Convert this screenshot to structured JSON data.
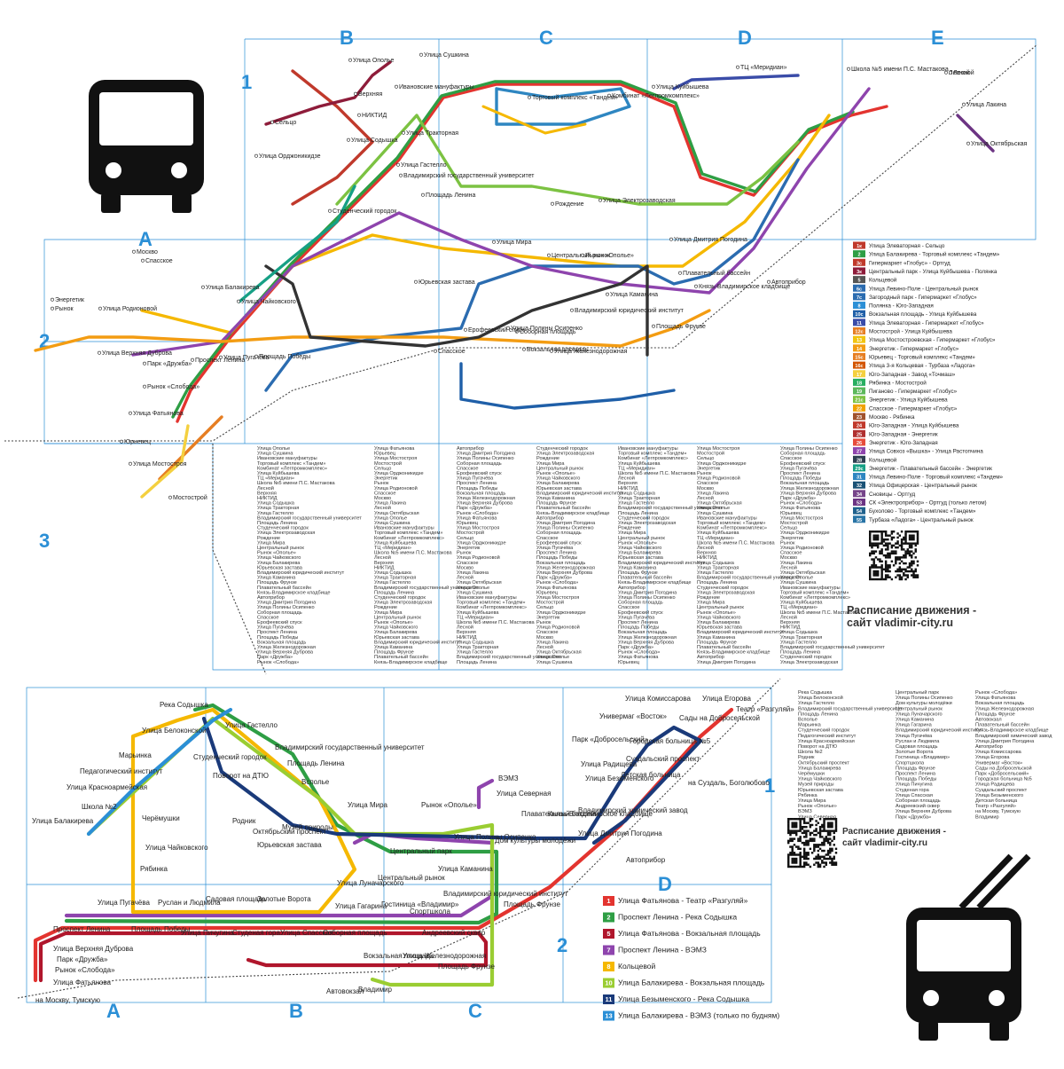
{
  "bus_map": {
    "grid_columns": [
      "B",
      "C",
      "D",
      "E"
    ],
    "grid_column_a": "A",
    "grid_rows": [
      "1",
      "2",
      "3"
    ],
    "stops_top": [
      {
        "label": "Улица Ополье",
        "ref": "top1"
      },
      {
        "label": "Улица Сушкина",
        "ref": "top2"
      },
      {
        "label": "Ивановские мануфактуры",
        "ref": "top3"
      },
      {
        "label": "Торговый комплекс «Тандем»",
        "ref": "top4"
      },
      {
        "label": "Комбинат «Легпромкомплекс»",
        "ref": "top5"
      },
      {
        "label": "Улица Куйбышева",
        "ref": "top6"
      },
      {
        "label": "ТЦ «Меридиан»",
        "ref": "top7"
      },
      {
        "label": "Школа №5 имени П.С. Мастакова",
        "ref": "top8"
      },
      {
        "label": "Лесной",
        "ref": "top9"
      },
      {
        "label": "Верхняя",
        "ref": "top10"
      },
      {
        "label": "НИКТИД",
        "ref": "top11"
      },
      {
        "label": "Улица Содышка",
        "ref": "top12"
      },
      {
        "label": "Улица Тракторная",
        "ref": "top13"
      },
      {
        "label": "Улица Гастелло",
        "ref": "top14"
      },
      {
        "label": "Владимирский государственный университет",
        "ref": "top15"
      },
      {
        "label": "Площадь Ленина",
        "ref": "top16"
      },
      {
        "label": "Студенческий городок",
        "ref": "top17"
      },
      {
        "label": "Улица Электрозаводская",
        "ref": "top18"
      },
      {
        "label": "Рождение",
        "ref": "top19"
      },
      {
        "label": "Улица Мира",
        "ref": "top20"
      },
      {
        "label": "Центральный рынок",
        "ref": "top21"
      },
      {
        "label": "Рынок «Ополье»",
        "ref": "top22"
      },
      {
        "label": "Улица Чайковского",
        "ref": "top23"
      },
      {
        "label": "Улица Балакирева",
        "ref": "top24"
      },
      {
        "label": "Юрьевская застава",
        "ref": "top25"
      },
      {
        "label": "Владимирский юридический институт",
        "ref": "top26"
      },
      {
        "label": "Улица Каманина",
        "ref": "top27"
      },
      {
        "label": "Площадь Фрунзе",
        "ref": "top28"
      },
      {
        "label": "Плавательный бассейн",
        "ref": "top29"
      },
      {
        "label": "Князь-Владимирское кладбище",
        "ref": "top30"
      },
      {
        "label": "Автоприбор",
        "ref": "top31"
      },
      {
        "label": "Улица Дмитрия Погодина",
        "ref": "top32"
      },
      {
        "label": "Улица Полины Осипенко",
        "ref": "top33"
      },
      {
        "label": "Соборная площадь",
        "ref": "top34"
      },
      {
        "label": "Спасское",
        "ref": "top35"
      },
      {
        "label": "Ерофеевский спуск",
        "ref": "top36"
      },
      {
        "label": "Улица Пугачёва",
        "ref": "top37"
      },
      {
        "label": "Проспект Ленина",
        "ref": "top38"
      },
      {
        "label": "Площадь Победы",
        "ref": "top39"
      },
      {
        "label": "Вокзальная площадь",
        "ref": "top40"
      },
      {
        "label": "Улица Железнодорожная",
        "ref": "top41"
      },
      {
        "label": "Улица Верхняя Дуброва",
        "ref": "top42"
      },
      {
        "label": "Парк «Дружба»",
        "ref": "top43"
      },
      {
        "label": "Рынок «Слобода»",
        "ref": "top44"
      },
      {
        "label": "Улица Фатьянова",
        "ref": "top45"
      },
      {
        "label": "Юрьевец",
        "ref": "top46"
      },
      {
        "label": "Улица Мостостроя",
        "ref": "top47"
      },
      {
        "label": "Мостострой",
        "ref": "top48"
      },
      {
        "label": "Сельцо",
        "ref": "top49"
      },
      {
        "label": "Улица Орджоникидзе",
        "ref": "top50"
      },
      {
        "label": "Энергетик",
        "ref": "top51"
      },
      {
        "label": "Рынок",
        "ref": "top52"
      },
      {
        "label": "Улица Родионовой",
        "ref": "top53"
      },
      {
        "label": "Спасское",
        "ref": "top54"
      },
      {
        "label": "Москво",
        "ref": "top55"
      },
      {
        "label": "Улица Лакина",
        "ref": "top56"
      },
      {
        "label": "Лесной",
        "ref": "top57"
      },
      {
        "label": "Улица Октябрьская",
        "ref": "top58"
      }
    ],
    "legend": [
      {
        "num": "1к",
        "color": "#c0392b",
        "text": "Улица Элеваторная - Сельцо"
      },
      {
        "num": "2",
        "color": "#2e9e44",
        "text": "Улица Балакирева - Торговый комплекс «Тандем»"
      },
      {
        "num": "3с",
        "color": "#c0392b",
        "text": "Гипермаркет «Глобус» - Ортгуд"
      },
      {
        "num": "3к",
        "color": "#8e1c3a",
        "text": "Центральный парк - Улица Куйбышева - Полянка"
      },
      {
        "num": "5",
        "color": "#555555",
        "text": "Кольцевой"
      },
      {
        "num": "6с",
        "color": "#2b6cb0",
        "text": "Улица Левино-Поле - Центральный рынок"
      },
      {
        "num": "7с",
        "color": "#2b6cb0",
        "text": "Загородный парк - Гипермаркет «Глобус»"
      },
      {
        "num": "8",
        "color": "#2b8fd6",
        "text": "Полянка - Юго-Западная"
      },
      {
        "num": "10с",
        "color": "#1f5fa8",
        "text": "Вокзальная площадь - Улица Куйбышева"
      },
      {
        "num": "11",
        "color": "#3a4ca8",
        "text": "Улица Элеваторная - Гипермаркет «Глобус»"
      },
      {
        "num": "12с",
        "color": "#e67e22",
        "text": "Мостострой - Улица Куйбышева"
      },
      {
        "num": "13",
        "color": "#f1c40f",
        "text": "Улица Мостостроевская - Гипермаркет «Глобус»"
      },
      {
        "num": "14",
        "color": "#f39c12",
        "text": "Энергетик - Гипермаркет «Глобус»"
      },
      {
        "num": "15с",
        "color": "#e67e22",
        "text": "Юрьевец - Торговый комплекс «Тандем»"
      },
      {
        "num": "16с",
        "color": "#d35400",
        "text": "Улица 3-я Кольцевая - Турбаза «Ладога»"
      },
      {
        "num": "17",
        "color": "#f4d03f",
        "text": "Юго-Западная - Завод «Точмаш»"
      },
      {
        "num": "18",
        "color": "#27ae60",
        "text": "Рябинка - Мостострой"
      },
      {
        "num": "19",
        "color": "#5cb85c",
        "text": "Пиганово - Гипермаркет «Глобус»"
      },
      {
        "num": "21с",
        "color": "#7cc242",
        "text": "Энергетик - Улица Куйбышева"
      },
      {
        "num": "22",
        "color": "#f0a202",
        "text": "Спасское - Гипермаркет «Глобус»"
      },
      {
        "num": "23",
        "color": "#a0522d",
        "text": "Москво - Рябинка"
      },
      {
        "num": "24",
        "color": "#c0392b",
        "text": "Юго-Западная - Улица Куйбышева"
      },
      {
        "num": "25",
        "color": "#b03030",
        "text": "Юго-Западная - Энергетик"
      },
      {
        "num": "26",
        "color": "#e74c3c",
        "text": "Энергетик - Юго-Западная"
      },
      {
        "num": "27",
        "color": "#8e44ad",
        "text": "Улица Совхоз «Вышка» - Улица Растопчина"
      },
      {
        "num": "28",
        "color": "#2c3e50",
        "text": "Кольцевой"
      },
      {
        "num": "29с",
        "color": "#16a085",
        "text": "Энергетик - Плавательный бассейн - Энергетик"
      },
      {
        "num": "31",
        "color": "#2e86c1",
        "text": "Улица Левино-Поле - Торговый комплекс «Тандем»"
      },
      {
        "num": "32",
        "color": "#1a5276",
        "text": "Улица Офицерская - Центральный рынок"
      },
      {
        "num": "34",
        "color": "#76448a",
        "text": "Сновицы - Ортгуд"
      },
      {
        "num": "53",
        "color": "#6c3483",
        "text": "СК «Электроприбор» - Ортгуд (только летом)"
      },
      {
        "num": "54",
        "color": "#1f618d",
        "text": "Бухолово - Торговый комплекс «Тандем»"
      },
      {
        "num": "55",
        "color": "#2874a6",
        "text": "Турбаза «Ладога» - Центральный рынок"
      }
    ],
    "website_line1": "Расписание движения -",
    "website_line2": "сайт vladimir-city.ru"
  },
  "trolley_map": {
    "grid_columns": [
      "A",
      "B",
      "C",
      "D"
    ],
    "grid_rows": [
      "1",
      "2"
    ],
    "stops": [
      {
        "label": "Река Содышка"
      },
      {
        "label": "Улица Белоконской"
      },
      {
        "label": "Улица Гастелло"
      },
      {
        "label": "Владимирский государственный университет"
      },
      {
        "label": "Площадь Ленина"
      },
      {
        "label": "Вспольe"
      },
      {
        "label": "Марьинка"
      },
      {
        "label": "Студенческий городок"
      },
      {
        "label": "Педагогический институт"
      },
      {
        "label": "Улица Красноармейская"
      },
      {
        "label": "Поворот на ДТЮ"
      },
      {
        "label": "Школа №2"
      },
      {
        "label": "Родник"
      },
      {
        "label": "Октябрьский проспект"
      },
      {
        "label": "Улица Балакирева"
      },
      {
        "label": "Черёмушки"
      },
      {
        "label": "Улица Чайковского"
      },
      {
        "label": "Музей природы"
      },
      {
        "label": "Юрьевская застава"
      },
      {
        "label": "Рябинка"
      },
      {
        "label": "Улица Мира"
      },
      {
        "label": "Рынок «Ополье»"
      },
      {
        "label": "ВЭМЗ"
      },
      {
        "label": "Улица Северная"
      },
      {
        "label": "Центральный парк"
      },
      {
        "label": "Улица Полины Осипенко"
      },
      {
        "label": "Дом культуры молодёжи"
      },
      {
        "label": "Центральный рынок"
      },
      {
        "label": "Улица Луначарского"
      },
      {
        "label": "Улица Каманина"
      },
      {
        "label": "Улица Гагарина"
      },
      {
        "label": "Владимирский юридический институт"
      },
      {
        "label": "Улица Пугачёва"
      },
      {
        "label": "Руслан и Людмила"
      },
      {
        "label": "Садовая площадь"
      },
      {
        "label": "Золотые Ворота"
      },
      {
        "label": "Гостиница «Владимир»"
      },
      {
        "label": "Спортшкола"
      },
      {
        "label": "Площадь Фрунзе"
      },
      {
        "label": "Проспект Ленина"
      },
      {
        "label": "Площадь Победы"
      },
      {
        "label": "Улица Пичугина"
      },
      {
        "label": "Студеная гора"
      },
      {
        "label": "Улица Спасская"
      },
      {
        "label": "Соборная площадь"
      },
      {
        "label": "Андреевский сквер"
      },
      {
        "label": "Улица Верхняя Дуброва"
      },
      {
        "label": "Парк «Дружба»"
      },
      {
        "label": "Рынок «Слобода»"
      },
      {
        "label": "Улица Фатьянова"
      },
      {
        "label": "Вокзальная площадь"
      },
      {
        "label": "Улица Железнодорожная"
      },
      {
        "label": "Площадь Фрунзе"
      },
      {
        "label": "Автовокзал"
      },
      {
        "label": "Плавательный бассейн"
      },
      {
        "label": "Князь-Владимирское кладбище"
      },
      {
        "label": "Владимирский химический завод"
      },
      {
        "label": "Улица Дмитрия Погодина"
      },
      {
        "label": "Автоприбор"
      },
      {
        "label": "Улица Комиссарова"
      },
      {
        "label": "Улица Егорова"
      },
      {
        "label": "Универмаг «Восток»"
      },
      {
        "label": "Сады на Добросельской"
      },
      {
        "label": "Парк «Добросельский»"
      },
      {
        "label": "Городская больница №5"
      },
      {
        "label": "Улица Радищева"
      },
      {
        "label": "Суздальский проспект"
      },
      {
        "label": "Улица Безыменского"
      },
      {
        "label": "Детская больница"
      },
      {
        "label": "Театр «Разгуляй»"
      },
      {
        "label": "на Москву, Тумскую"
      },
      {
        "label": "Владимир"
      },
      {
        "label": "на Суздаль, Боголюбово"
      }
    ],
    "legend": [
      {
        "num": "1",
        "color": "#e3342f",
        "text": "Улица Фатьянова - Театр «Разгуляй»"
      },
      {
        "num": "2",
        "color": "#2e9e44",
        "text": "Проспект Ленина - Река Содышка"
      },
      {
        "num": "5",
        "color": "#b0162c",
        "text": "Улица Фатьянова - Вокзальная площадь"
      },
      {
        "num": "7",
        "color": "#8e44ad",
        "text": "Проспект Ленина - ВЭМЗ"
      },
      {
        "num": "8",
        "color": "#f5b800",
        "text": "Кольцевой"
      },
      {
        "num": "10",
        "color": "#9acd32",
        "text": "Улица Балакирева - Вокзальная площадь"
      },
      {
        "num": "11",
        "color": "#1a3a7a",
        "text": "Улица Безыменского - Река Содышка"
      },
      {
        "num": "13",
        "color": "#2b8fd6",
        "text": "Улица Балакирева - ВЭМЗ (только по будням)"
      }
    ],
    "website_line1": "Расписание движения -",
    "website_line2": "сайт vladimir-city.ru"
  },
  "icons": {
    "bus": "bus-icon",
    "trolleybus": "trolleybus-icon",
    "qr": "qr-code-icon"
  },
  "colors": {
    "grid": "#2b8fd6",
    "rail": "#333333"
  }
}
